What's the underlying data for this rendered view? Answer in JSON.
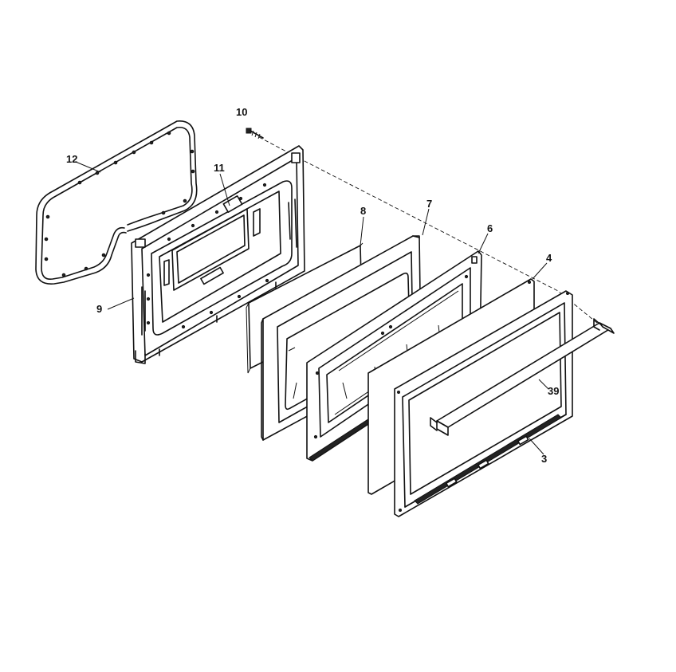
{
  "diagram": {
    "callouts": {
      "c10": "10",
      "c12": "12",
      "c11": "11",
      "c8": "8",
      "c7": "7",
      "c6": "6",
      "c4": "4",
      "c9": "9",
      "c39": "39",
      "c3": "3"
    }
  }
}
